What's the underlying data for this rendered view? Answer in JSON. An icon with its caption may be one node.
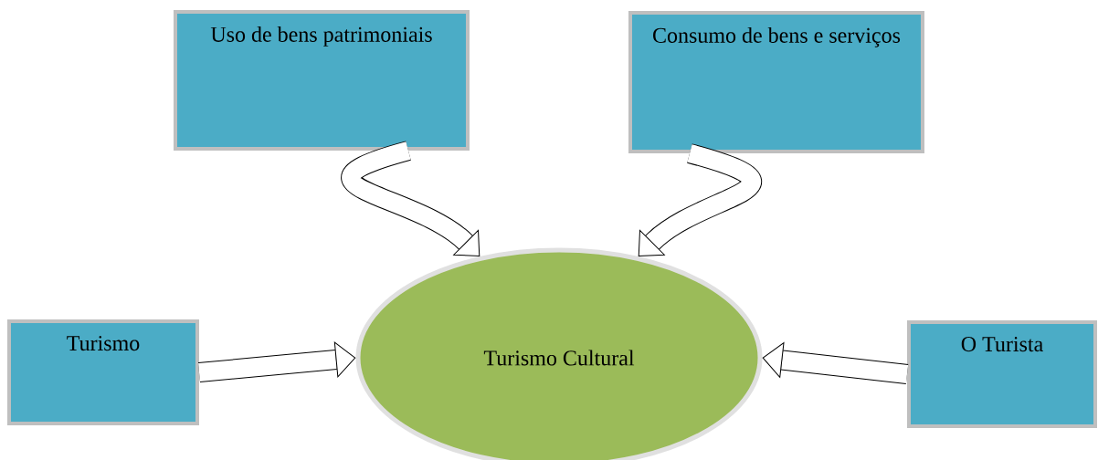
{
  "diagram": {
    "nodes": [
      {
        "text": [
          "Uso de bens patrimoniais"
        ]
      },
      {
        "text": [
          "Consumo de bens e serviços"
        ]
      },
      {
        "text": [
          "Turismo"
        ]
      },
      {
        "text": [
          "Turismo Cultural"
        ]
      },
      {
        "text": [
          "O Turista"
        ]
      }
    ],
    "edges": [
      {
        "from": 0,
        "to": 3,
        "arrow": "to"
      },
      {
        "from": 1,
        "to": 3,
        "arrow": "to"
      },
      {
        "from": 2,
        "to": 3,
        "arrow": "to"
      },
      {
        "from": 4,
        "to": 3,
        "arrow": "to"
      }
    ]
  }
}
